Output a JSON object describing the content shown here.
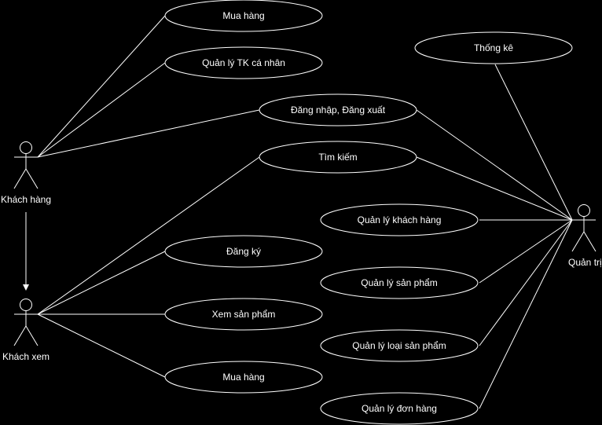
{
  "diagram": {
    "actors": {
      "customer": "Khách hàng",
      "guest": "Khách xem",
      "admin": "Quản trị"
    },
    "use_cases": {
      "buy_top": "Mua hàng",
      "manage_personal_account": "Quản lý TK cá nhân",
      "login_logout": "Đăng nhập, Đăng xuất",
      "search": "Tìm kiếm",
      "register": "Đăng ký",
      "view_products": "Xem sản phẩm",
      "buy_bottom": "Mua hàng",
      "statistics": "Thống kê",
      "manage_customers": "Quản lý khách hàng",
      "manage_products": "Quản lý sản phẩm",
      "manage_categories": "Quản lý loại sản phẩm",
      "manage_orders": "Quản lý đơn hàng"
    },
    "colors": {
      "background": "#000000",
      "stroke": "#ffffff",
      "text": "#ffffff"
    }
  }
}
